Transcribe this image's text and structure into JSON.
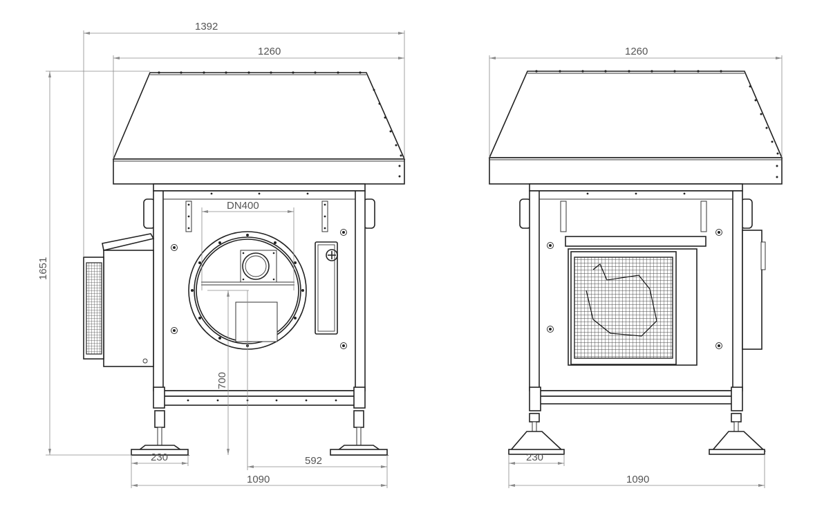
{
  "front_view": {
    "width_overall": "1392",
    "width_hood": "1260",
    "height_overall": "1651",
    "duct_diameter": "DN400",
    "duct_center_height": "700",
    "foot_width": "230",
    "duct_offset": "592",
    "foot_span": "1090"
  },
  "side_view": {
    "width_hood": "1260",
    "foot_width": "230",
    "foot_span": "1090"
  }
}
